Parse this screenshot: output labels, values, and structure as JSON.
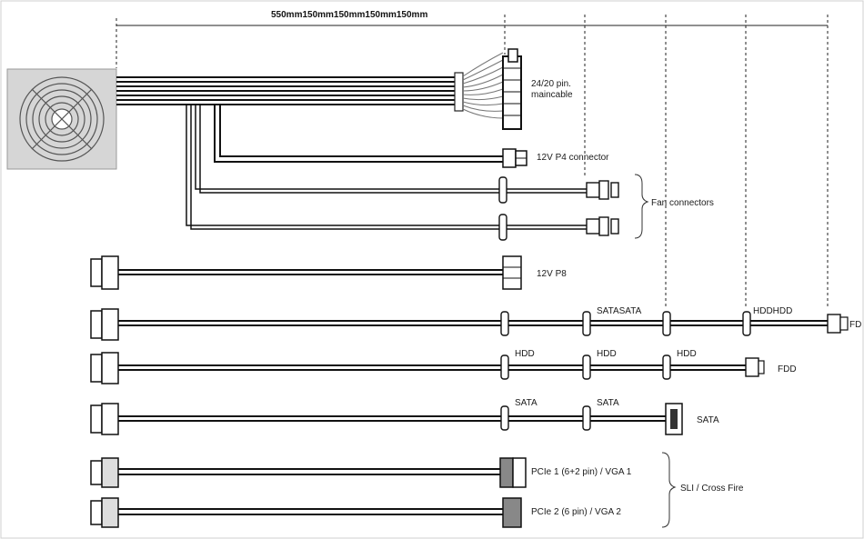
{
  "dimension_label": "550mm150mm150mm150mm150mm",
  "labels": {
    "main_24pin": [
      "24/20 pin.",
      "maincable"
    ],
    "p4": "12V P4 connector",
    "fan": "Fan connectors",
    "p8": "12V P8",
    "row1_a": "SATASATA",
    "row1_b": "HDDHDD",
    "row1_end": "FD",
    "row2_a": "HDD",
    "row2_b": "HDD",
    "row2_c": "HDD",
    "row2_end": "FDD",
    "row3_a": "SATA",
    "row3_b": "SATA",
    "row3_end": "SATA",
    "pcie1": "PCIe 1 (6+2 pin) / VGA 1",
    "pcie2": "PCIe 2 (6 pin) / VGA 2",
    "sli": "SLI / Cross Fire"
  },
  "icons": [
    "fan-grille-icon"
  ]
}
